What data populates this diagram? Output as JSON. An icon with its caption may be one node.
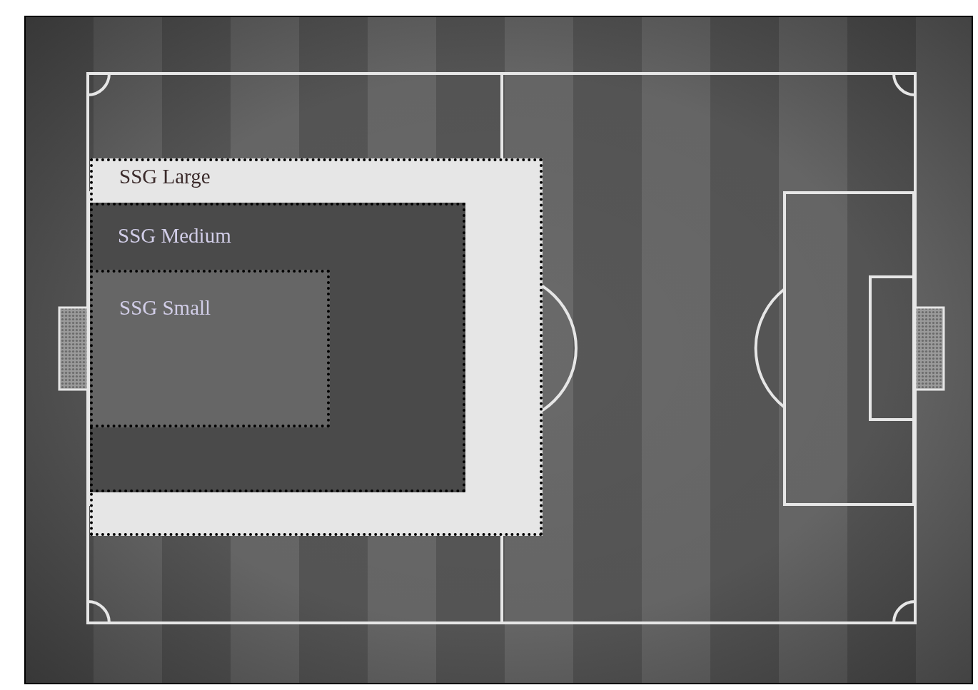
{
  "diagram": {
    "nodes": [
      {
        "text": [
          "SSG Large"
        ]
      },
      {
        "text": [
          "SSG Medium"
        ],
        "in": 0
      },
      {
        "text": [
          "SSG Small"
        ],
        "in": 1
      }
    ]
  }
}
